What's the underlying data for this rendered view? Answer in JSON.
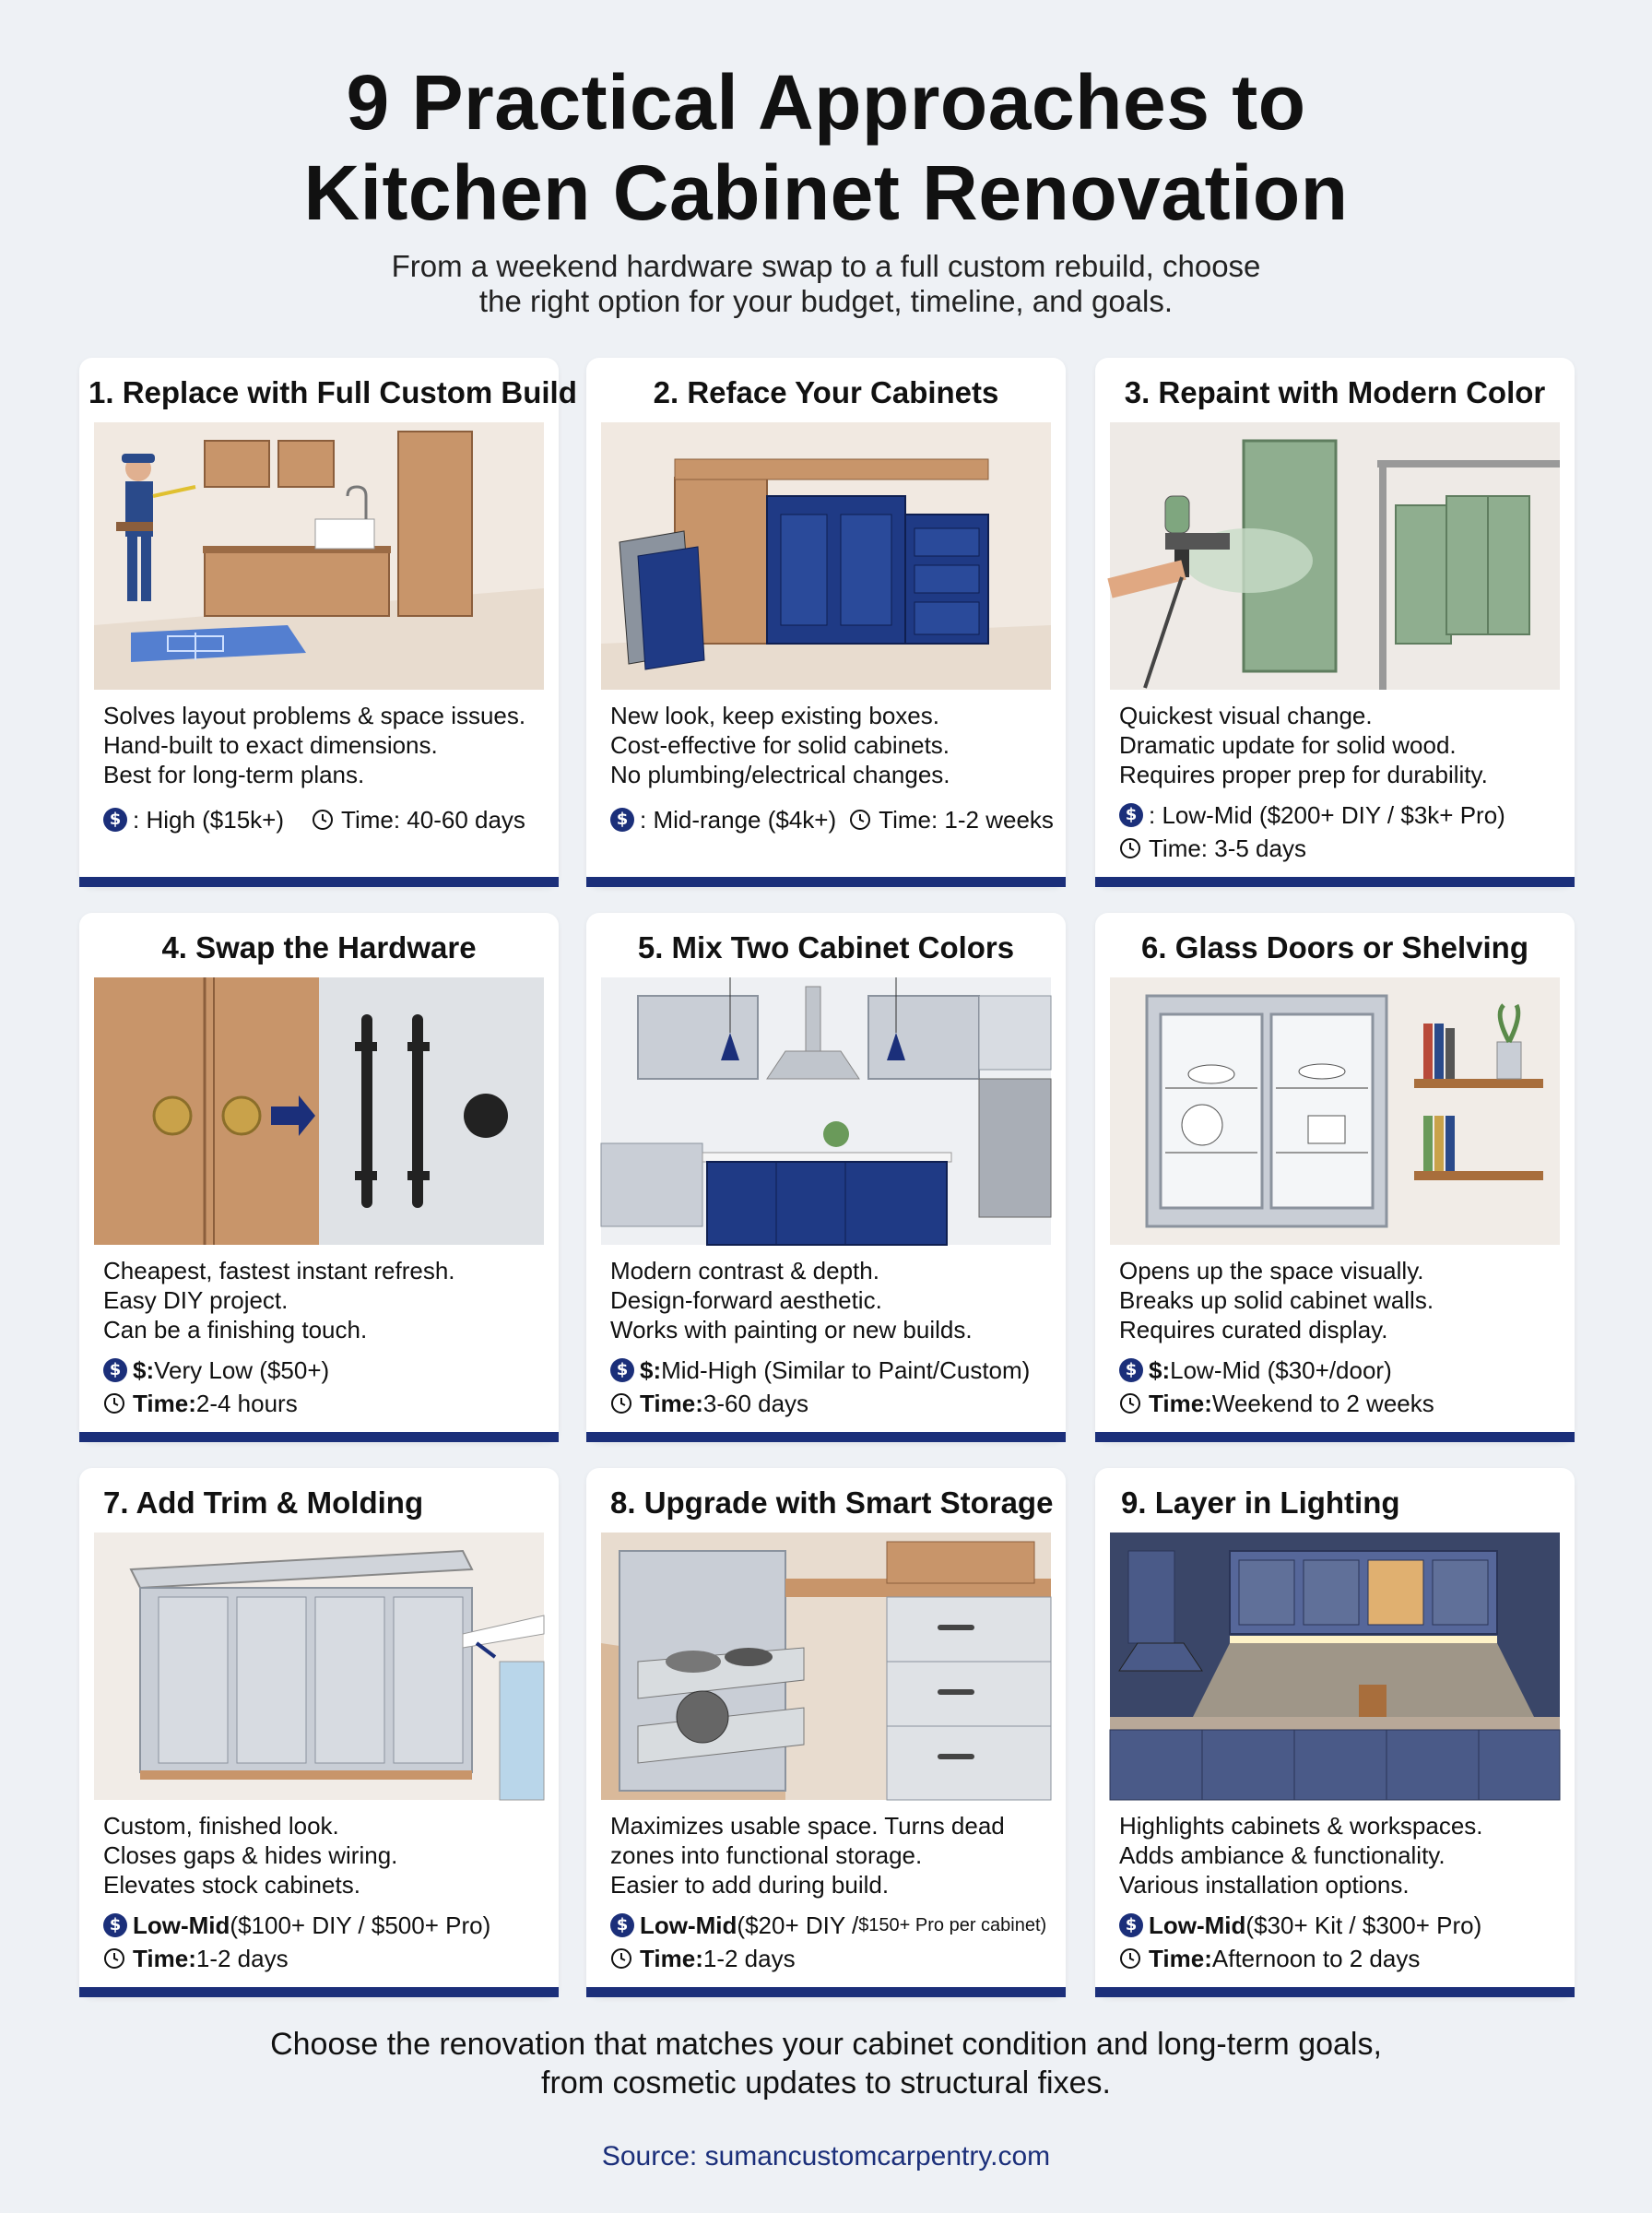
{
  "header": {
    "title_line1": "9 Practical Approaches to",
    "title_line2": "Kitchen Cabinet Renovation",
    "subtitle_line1": "From a weekend hardware swap to a full custom rebuild, choose",
    "subtitle_line2": "the right option for your budget, timeline, and goals."
  },
  "cards": [
    {
      "title": "1. Replace with Full Custom Build",
      "image_icon": "custom-build-illustration",
      "desc": [
        "Solves layout problems & space issues.",
        "Hand-built to exact dimensions.",
        "Best for long-term plans."
      ],
      "cost_label": ": High ($15k+)",
      "time_label": "Time: 40-60 days"
    },
    {
      "title": "2. Reface Your Cabinets",
      "image_icon": "reface-illustration",
      "desc": [
        "New look, keep existing boxes.",
        "Cost-effective for solid cabinets.",
        "No plumbing/electrical changes."
      ],
      "cost_label": ": Mid-range ($4k+)",
      "time_label": "Time: 1-2 weeks"
    },
    {
      "title": "3. Repaint with Modern Color",
      "image_icon": "spray-paint-illustration",
      "desc": [
        "Quickest visual change.",
        "Dramatic update for solid wood.",
        "Requires proper prep for durability."
      ],
      "cost_label": ": Low-Mid ($200+ DIY / $3k+ Pro)",
      "time_label": "Time: 3-5 days"
    },
    {
      "title": "4. Swap the Hardware",
      "image_icon": "hardware-swap-illustration",
      "desc": [
        "Cheapest, fastest instant refresh.",
        "Easy DIY project.",
        "Can be a finishing touch."
      ],
      "cost_key": "$:",
      "cost_value": " Very Low ($50+)",
      "time_key": "Time:",
      "time_value": " 2-4 hours"
    },
    {
      "title": "5. Mix Two Cabinet Colors",
      "image_icon": "two-tone-kitchen-illustration",
      "desc": [
        "Modern contrast & depth.",
        "Design-forward aesthetic.",
        "Works with painting or new builds."
      ],
      "cost_key": "$:",
      "cost_value": " Mid-High (Similar to Paint/Custom)",
      "time_key": "Time:",
      "time_value": " 3-60 days"
    },
    {
      "title": "6. Glass Doors or Shelving",
      "image_icon": "glass-cabinet-illustration",
      "desc": [
        "Opens up the space visually.",
        "Breaks up solid cabinet walls.",
        "Requires curated display."
      ],
      "cost_key": "$:",
      "cost_value": " Low-Mid ($30+/door)",
      "time_key": "Time:",
      "time_value": " Weekend to 2 weeks"
    },
    {
      "title": "7. Add Trim & Molding",
      "image_icon": "crown-molding-illustration",
      "desc": [
        "Custom, finished look.",
        "Closes gaps & hides wiring.",
        "Elevates stock cabinets."
      ],
      "cost_key": "Low-Mid",
      "cost_value": " ($100+ DIY / $500+ Pro)",
      "time_key": "Time:",
      "time_value": " 1-2 days"
    },
    {
      "title": "8. Upgrade with Smart Storage",
      "image_icon": "pull-out-storage-illustration",
      "desc": [
        "Maximizes usable space. Turns dead",
        "zones into functional storage.",
        "Easier to add during build."
      ],
      "cost_key": "Low-Mid",
      "cost_value": " ($20+ DIY / ",
      "cost_small": "$150+ Pro per cabinet)",
      "time_key": "Time:",
      "time_value": " 1-2 days"
    },
    {
      "title": "9. Layer in Lighting",
      "image_icon": "under-cabinet-lighting-illustration",
      "desc": [
        "Highlights cabinets & workspaces.",
        "Adds ambiance & functionality.",
        "Various installation options."
      ],
      "cost_key": "Low-Mid",
      "cost_value": " ($30+ Kit / $300+ Pro)",
      "time_key": "Time:",
      "time_value": " Afternoon to 2 days"
    }
  ],
  "footer": {
    "line1": "Choose the renovation that matches your cabinet condition and long-term goals,",
    "line2": "from cosmetic updates to structural fixes.",
    "source": "Source: sumancustomcarpentry.com"
  },
  "colors": {
    "background": "#eef1f5",
    "accent_navy": "#1b2f7a",
    "wood": "#c8956a",
    "sage_green": "#8fae8f",
    "cabinet_gray": "#c9ced6"
  }
}
